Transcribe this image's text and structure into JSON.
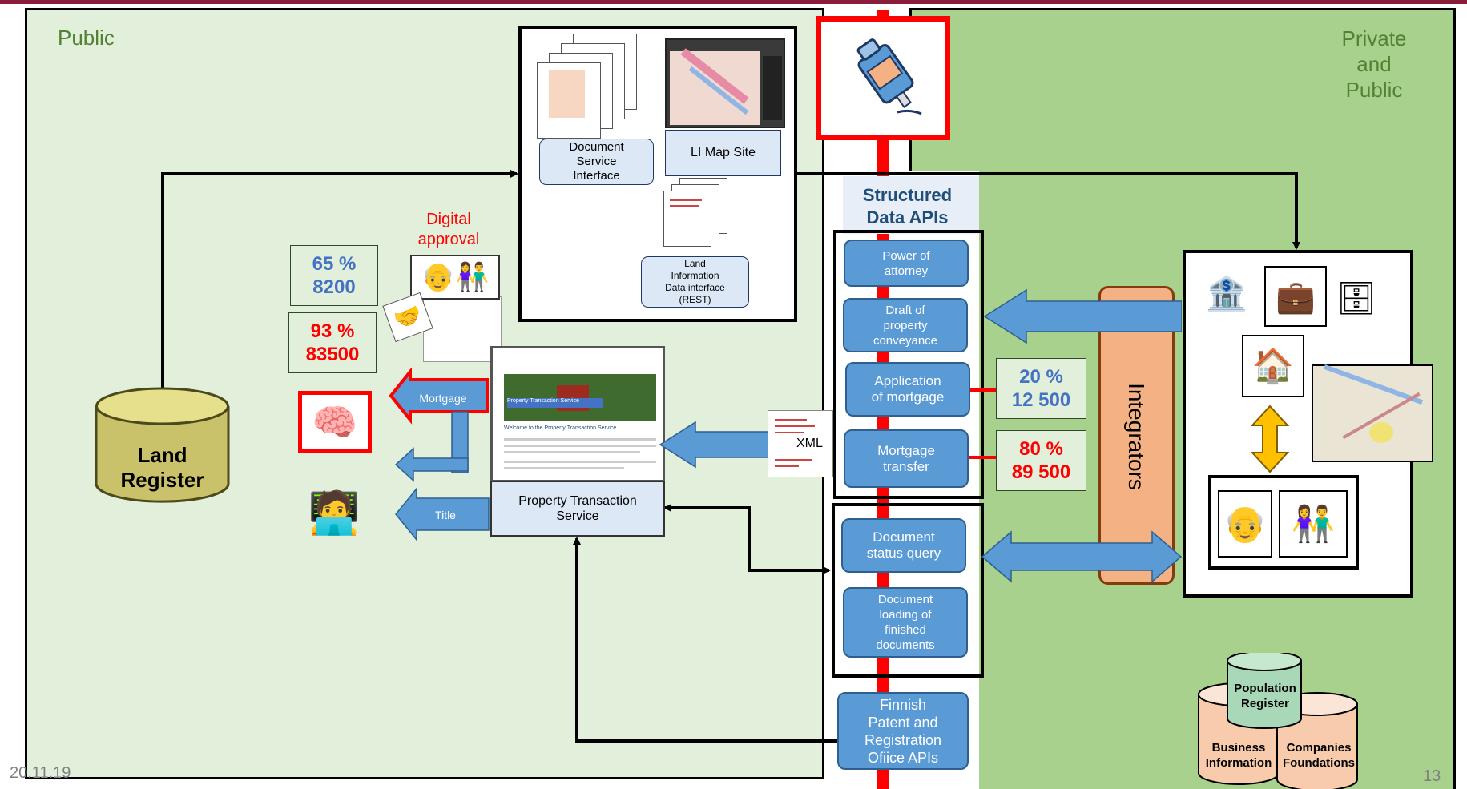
{
  "zones": {
    "public_label": "Public",
    "private_label_lines": [
      "Private",
      "and",
      "Public"
    ]
  },
  "land_register": {
    "lines": [
      "Land",
      "Register"
    ]
  },
  "li_services": {
    "document_service_lines": [
      "Document",
      "Service",
      "Interface"
    ],
    "map_site": "LI Map Site",
    "data_interface_lines": [
      "Land",
      "Information",
      "Data interface",
      "(REST)"
    ]
  },
  "digital_approval_lines": [
    "Digital",
    "approval"
  ],
  "stats_left": [
    {
      "percent": "65 %",
      "count": "8200",
      "color": "#4472c4"
    },
    {
      "percent": "93 %",
      "count": "83500",
      "color": "#ff0000"
    }
  ],
  "stats_right": [
    {
      "percent": "20 %",
      "count": "12 500",
      "color": "#4472c4"
    },
    {
      "percent": "80 %",
      "count": "89 500",
      "color": "#ff0000"
    }
  ],
  "arrows": {
    "mortgage": "Mortgage",
    "title": "Title",
    "xml": "XML"
  },
  "pts": {
    "label_lines": [
      "Property Transaction",
      "Service"
    ],
    "screen_heading": "Property Transaction Service",
    "screen_welcome": "Welcome to the Property Transaction Service"
  },
  "structured_apis": {
    "title_lines": [
      "Structured",
      "Data APIs"
    ],
    "items": [
      {
        "lines": [
          "Power of",
          "attorney"
        ]
      },
      {
        "lines": [
          "Draft of",
          "property",
          "conveyance"
        ]
      },
      {
        "lines": [
          "Application",
          "of mortgage"
        ]
      },
      {
        "lines": [
          "Mortgage",
          "transfer"
        ]
      }
    ],
    "status_items": [
      {
        "lines": [
          "Document",
          "status query"
        ]
      },
      {
        "lines": [
          "Document",
          "loading of",
          "finished",
          "documents"
        ]
      }
    ]
  },
  "prh_api_lines": [
    "Finnish",
    "Patent and",
    "Registration",
    "Ofiice  APIs"
  ],
  "integrators": "Integrators",
  "registers": {
    "population": [
      "Population",
      "Register"
    ],
    "business": [
      "Business",
      "Information"
    ],
    "companies": [
      "Companies",
      "Foundations"
    ]
  },
  "footer": {
    "date": "20.11.19",
    "page": "13"
  },
  "colors": {
    "public_bg": "#e2efda",
    "private_bg": "#a9d18e",
    "api_blue": "#5b9bd5",
    "accent_red": "#ff0000",
    "integrator_orange": "#f4b183",
    "cylinder_olive": "#c9c26a"
  }
}
